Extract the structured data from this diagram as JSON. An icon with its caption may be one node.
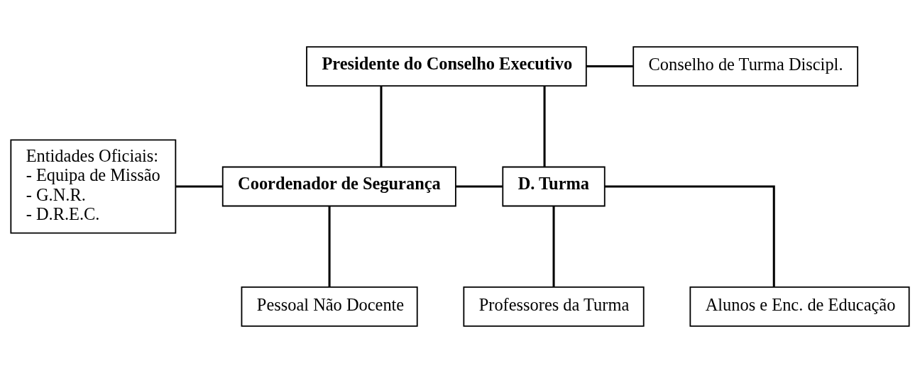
{
  "diagram": {
    "nodes": [
      {
        "text": [
          "Presidente do Conselho Executivo"
        ]
      },
      {
        "text": [
          "Conselho de Turma Discipl."
        ]
      },
      {
        "text": [
          "Entidades Oficiais:",
          "- Equipa de Missão",
          "- G.N.R.",
          "- D.R.E.C."
        ]
      },
      {
        "text": [
          "Coordenador de Segurança"
        ]
      },
      {
        "text": [
          "D. Turma"
        ]
      },
      {
        "text": [
          "Pessoal Não Docente"
        ]
      },
      {
        "text": [
          "Professores da Turma"
        ]
      },
      {
        "text": [
          "Alunos e Enc. de Educação"
        ]
      }
    ],
    "edges": [
      {
        "from": 0,
        "to": 3,
        "arrow": "none"
      },
      {
        "from": 0,
        "to": 1,
        "arrow": "none"
      },
      {
        "from": 0,
        "to": 4,
        "arrow": "none"
      },
      {
        "from": 2,
        "to": 3,
        "arrow": "none"
      },
      {
        "from": 3,
        "to": 4,
        "arrow": "none"
      },
      {
        "from": 3,
        "to": 5,
        "arrow": "none"
      },
      {
        "from": 4,
        "to": 6,
        "arrow": "none"
      },
      {
        "from": 4,
        "to": 7,
        "arrow": "none"
      }
    ]
  }
}
